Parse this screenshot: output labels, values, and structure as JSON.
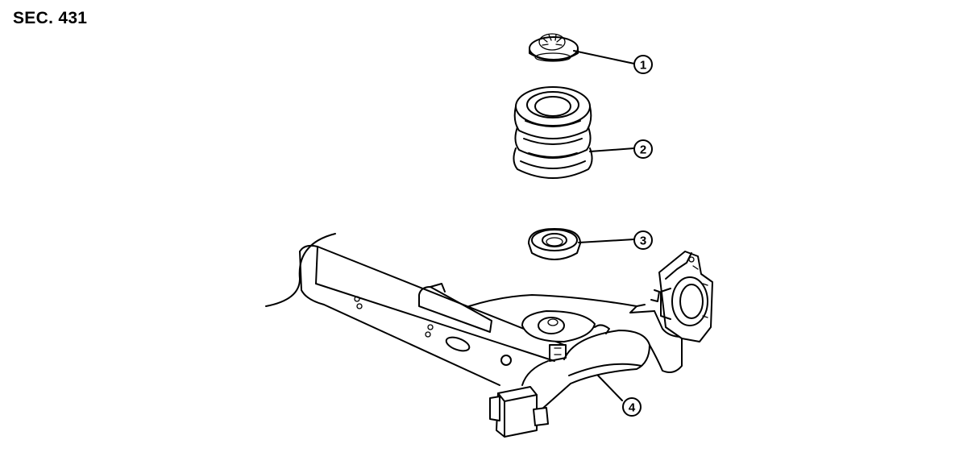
{
  "section_label": "SEC. 431",
  "callouts": [
    {
      "id": "callout-1",
      "number": "1"
    },
    {
      "id": "callout-2",
      "number": "2"
    },
    {
      "id": "callout-3",
      "number": "3"
    },
    {
      "id": "callout-4",
      "number": "4"
    }
  ]
}
